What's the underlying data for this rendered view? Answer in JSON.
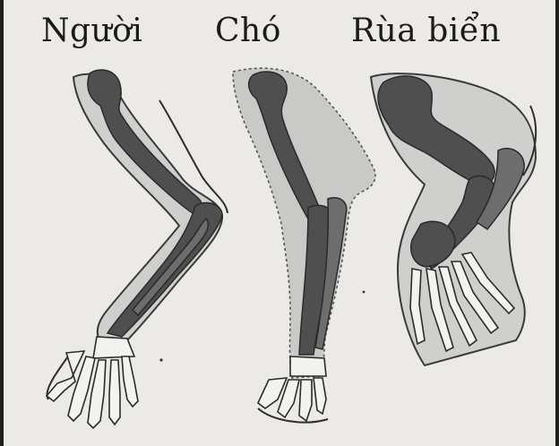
{
  "labels": {
    "human": "Người",
    "dog": "Chó",
    "turtle": "Rùa biển"
  },
  "colors": {
    "background": "#ebeae6",
    "bone": "#4f4f4f",
    "flesh": "#cfcfcd",
    "outline": "#2e2e2e"
  }
}
